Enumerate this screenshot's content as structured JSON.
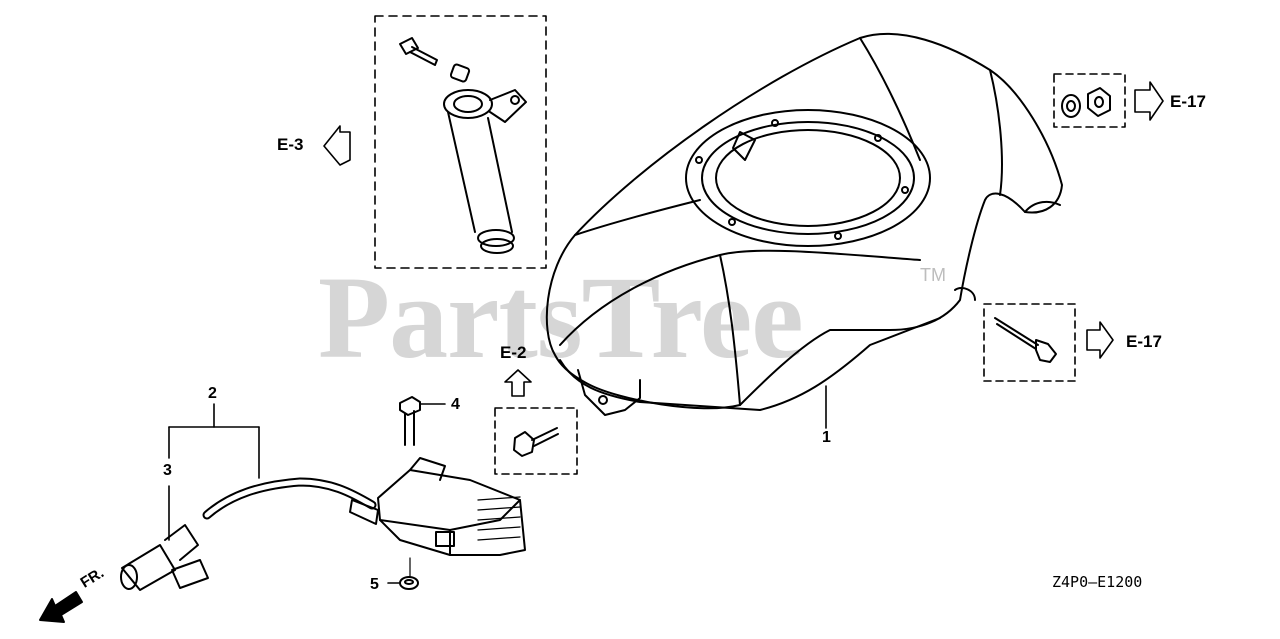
{
  "watermark": {
    "brand": "PartsTree",
    "trademark": "TM"
  },
  "diagram_code": "Z4P0—E1200",
  "parts": [
    {
      "id": "shroud",
      "number": "1"
    },
    {
      "id": "ignition-cable",
      "number": "2"
    },
    {
      "id": "spark-plug-cap",
      "number": "3"
    },
    {
      "id": "coil-bolt",
      "number": "4"
    },
    {
      "id": "coil-washer",
      "number": "5"
    }
  ],
  "references": {
    "e3": "E-3",
    "e2": "E-2",
    "e17_top": "E-17",
    "e17_right": "E-17"
  },
  "front_marker": "FR."
}
